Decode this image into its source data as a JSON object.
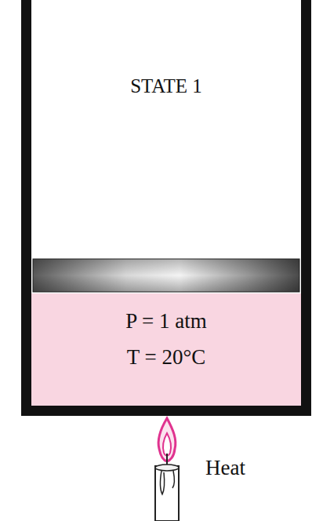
{
  "diagram": {
    "nodes": [
      {
        "text": [
          "STATE 1"
        ]
      },
      {
        "text": [
          "P = 1 atm",
          "T = 20°C"
        ],
        "in": 0
      }
    ],
    "labels": [
      "Heat"
    ]
  }
}
